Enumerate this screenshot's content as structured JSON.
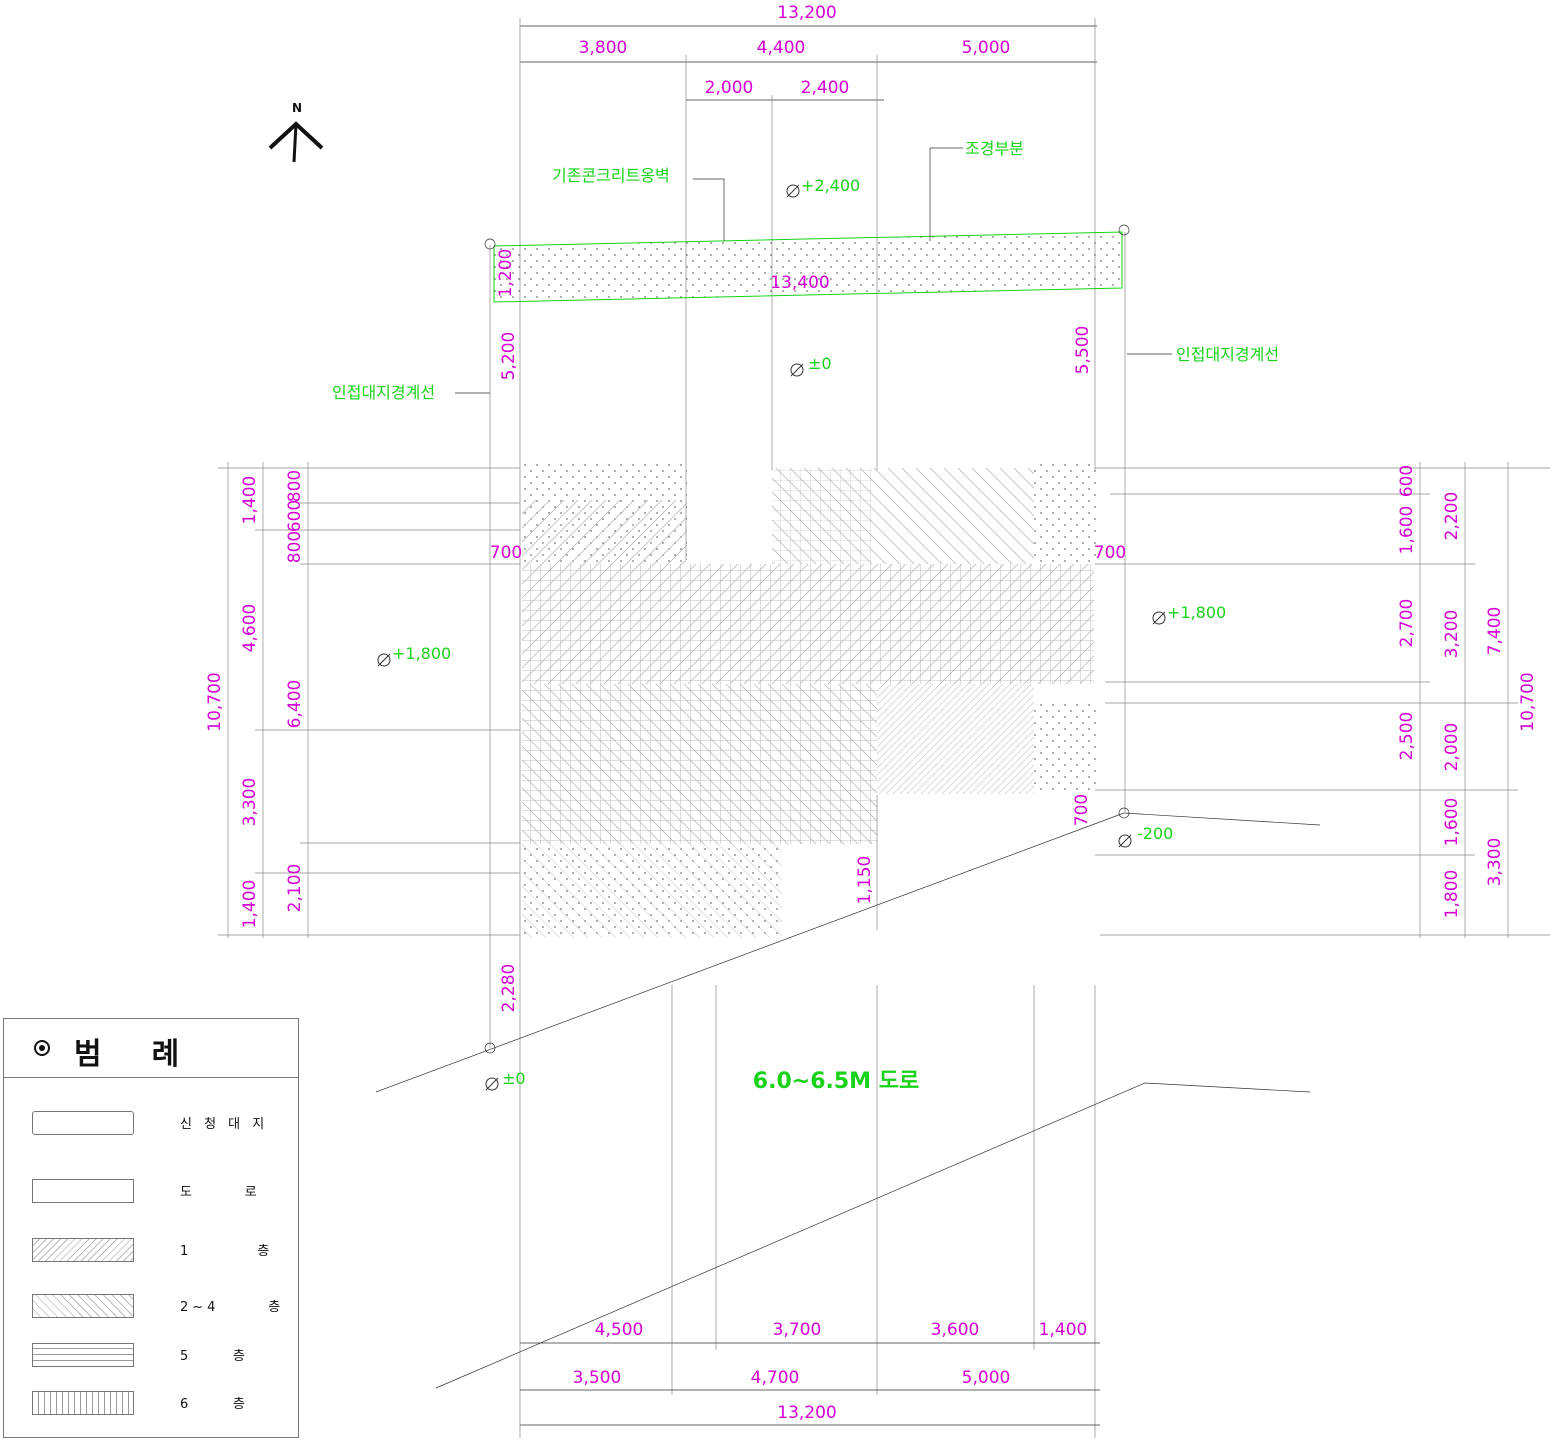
{
  "colors": {
    "dimension": "#d400d4",
    "annotation": "#19d219",
    "line": "#333333"
  },
  "north_arrow": {
    "label": "N"
  },
  "top_dims": {
    "total": "13,200",
    "row1": [
      "3,800",
      "4,400",
      "5,000"
    ],
    "row2": [
      "2,000",
      "2,400"
    ]
  },
  "bottom_dims": {
    "row1": [
      "4,500",
      "3,700",
      "3,600",
      "1,400"
    ],
    "row2": [
      "3,500",
      "4,700",
      "5,000"
    ],
    "total": "13,200"
  },
  "left_dims": {
    "outer_total": "10,700",
    "col2": [
      "1,400",
      "4,600",
      "3,300",
      "1,400"
    ],
    "col3": [
      "800",
      "600",
      "800",
      "6,400",
      "2,100"
    ]
  },
  "right_dims": {
    "col1": [
      "600",
      "1,600",
      "2,700",
      "2,500"
    ],
    "col2": [
      "2,200",
      "3,200",
      "2,000",
      "1,600",
      "1,800"
    ],
    "col3": [
      "7,400",
      "3,300"
    ],
    "outer_total": "10,700"
  },
  "inner_dims": {
    "strip_width": "13,400",
    "strip_depth": "1,200",
    "north_gap_left": "5,200",
    "north_gap_right": "5,500",
    "offset_left": "700",
    "offset_right": "700",
    "offset_bottom_right": "700",
    "south_gap": "2,280",
    "south_mid": "1,150"
  },
  "levels": [
    "+2,400",
    "±0",
    "+1,800",
    "+1,800",
    "-200",
    "±0"
  ],
  "annotations": {
    "retaining_wall": "기존콘크리트옹벽",
    "landscape": "조경부분",
    "boundary_left": "인접대지경계선",
    "boundary_right": "인접대지경계선",
    "road": "6.0~6.5M 도로"
  },
  "legend": {
    "title": "범례",
    "items": [
      {
        "label": "신 청 대 지",
        "pattern": "site"
      },
      {
        "label": "도      로",
        "pattern": "road"
      },
      {
        "label": "1        층",
        "pattern": "floor-1"
      },
      {
        "label": "2~4      층",
        "pattern": "floor-2-4"
      },
      {
        "label": "5     층",
        "pattern": "floor-5"
      },
      {
        "label": "6     층",
        "pattern": "floor-6"
      }
    ]
  }
}
